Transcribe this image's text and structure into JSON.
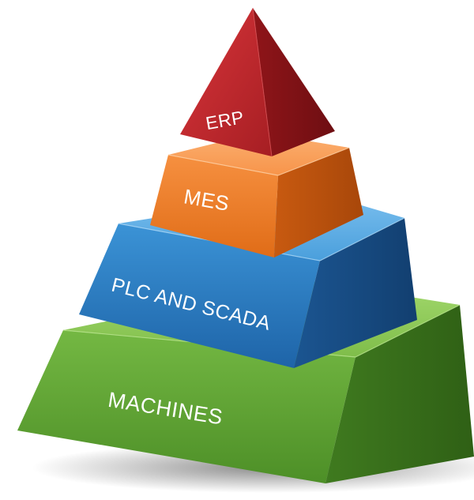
{
  "diagram": {
    "levels": [
      {
        "id": "erp",
        "label": "ERP",
        "color": "#c0282b"
      },
      {
        "id": "mes",
        "label": "MES",
        "color": "#ee7a26"
      },
      {
        "id": "plc",
        "label": "PLC AND SCADA",
        "color": "#2a7cc0"
      },
      {
        "id": "machines",
        "label": "MACHINES",
        "color": "#5aa132"
      }
    ]
  }
}
